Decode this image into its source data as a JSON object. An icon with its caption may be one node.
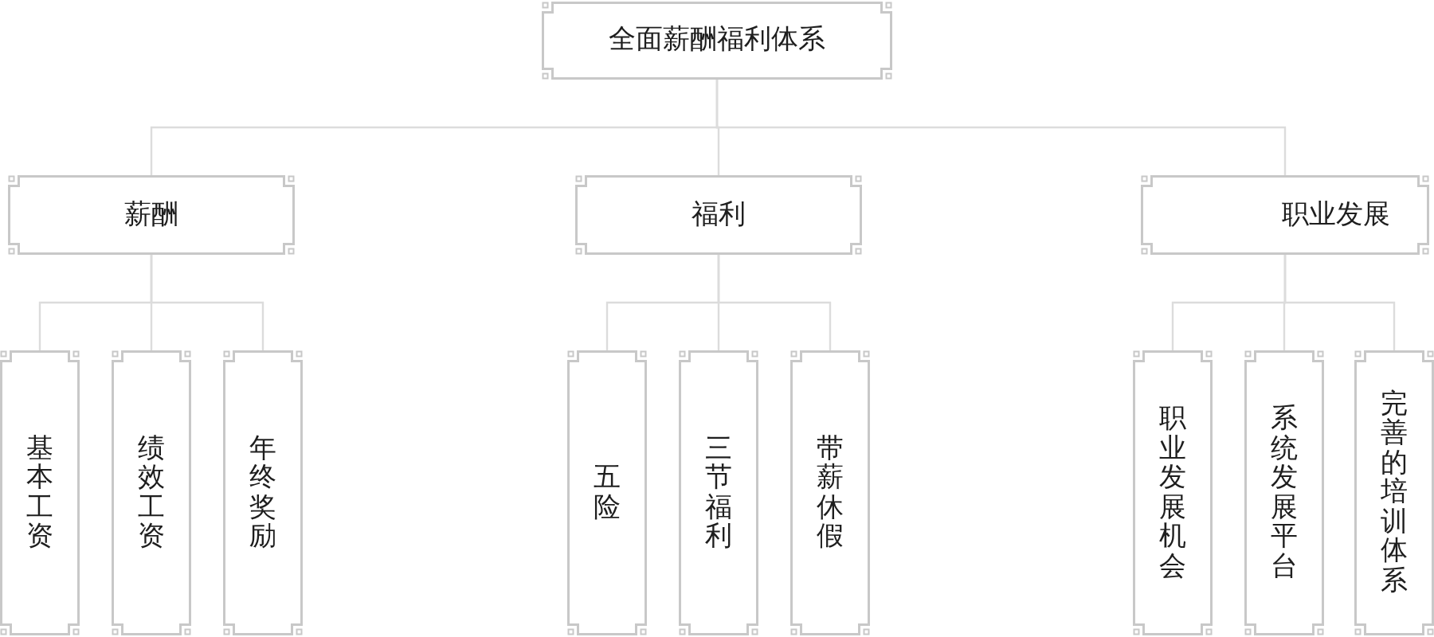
{
  "diagram": {
    "nodes": [
      {
        "text": [
          "全面薪酬福利体系"
        ]
      },
      {
        "text": [
          "薪酬"
        ]
      },
      {
        "text": [
          "福利"
        ]
      },
      {
        "text": [
          "职业发展"
        ]
      },
      {
        "text": [
          "基本工资"
        ]
      },
      {
        "text": [
          "绩效工资"
        ]
      },
      {
        "text": [
          "年终奖励"
        ]
      },
      {
        "text": [
          "五险"
        ]
      },
      {
        "text": [
          "三节福利"
        ]
      },
      {
        "text": [
          "带薪休假"
        ]
      },
      {
        "text": [
          "职业发展机会"
        ]
      },
      {
        "text": [
          "系统发展平台"
        ]
      },
      {
        "text": [
          "完善的培训体系"
        ]
      }
    ],
    "edges": [
      {
        "from": 0,
        "to": 1,
        "arrow": "none"
      },
      {
        "from": 0,
        "to": 2,
        "arrow": "none"
      },
      {
        "from": 0,
        "to": 3,
        "arrow": "none"
      },
      {
        "from": 1,
        "to": 4,
        "arrow": "none"
      },
      {
        "from": 1,
        "to": 5,
        "arrow": "none"
      },
      {
        "from": 1,
        "to": 6,
        "arrow": "none"
      },
      {
        "from": 2,
        "to": 7,
        "arrow": "none"
      },
      {
        "from": 2,
        "to": 8,
        "arrow": "none"
      },
      {
        "from": 2,
        "to": 9,
        "arrow": "none"
      },
      {
        "from": 3,
        "to": 10,
        "arrow": "none"
      },
      {
        "from": 3,
        "to": 11,
        "arrow": "none"
      },
      {
        "from": 3,
        "to": 12,
        "arrow": "none"
      }
    ]
  }
}
